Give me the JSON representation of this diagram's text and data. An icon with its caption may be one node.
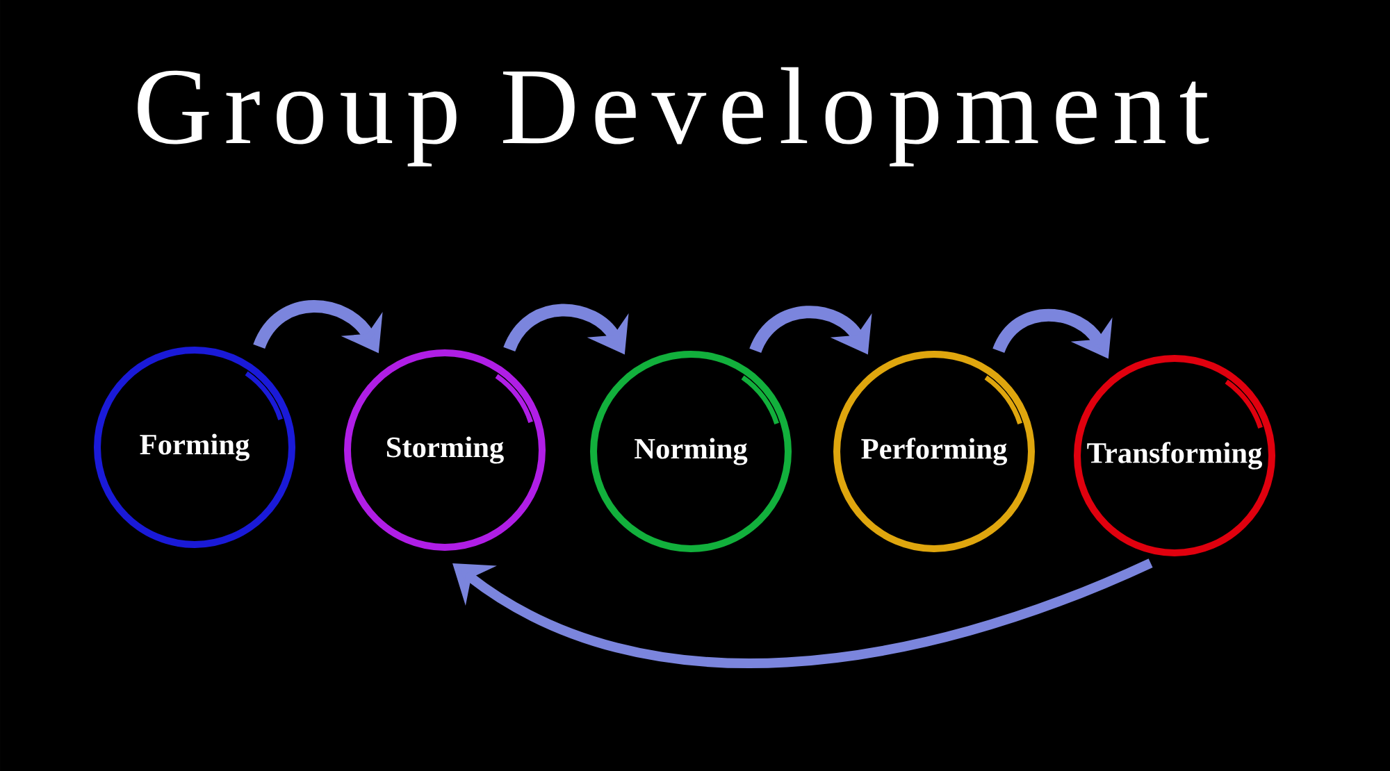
{
  "diagram": {
    "title": "Group Development",
    "nodes": [
      {
        "text": [
          "Forming"
        ]
      },
      {
        "text": [
          "Storming"
        ]
      },
      {
        "text": [
          "Norming"
        ]
      },
      {
        "text": [
          "Performing"
        ]
      },
      {
        "text": [
          "Transforming"
        ]
      }
    ],
    "edges": [
      {
        "from": 0,
        "to": 1,
        "arrow": "to"
      },
      {
        "from": 1,
        "to": 2,
        "arrow": "to"
      },
      {
        "from": 2,
        "to": 3,
        "arrow": "to"
      },
      {
        "from": 3,
        "to": 4,
        "arrow": "to"
      },
      {
        "from": 4,
        "to": 1,
        "arrow": "to"
      }
    ]
  }
}
